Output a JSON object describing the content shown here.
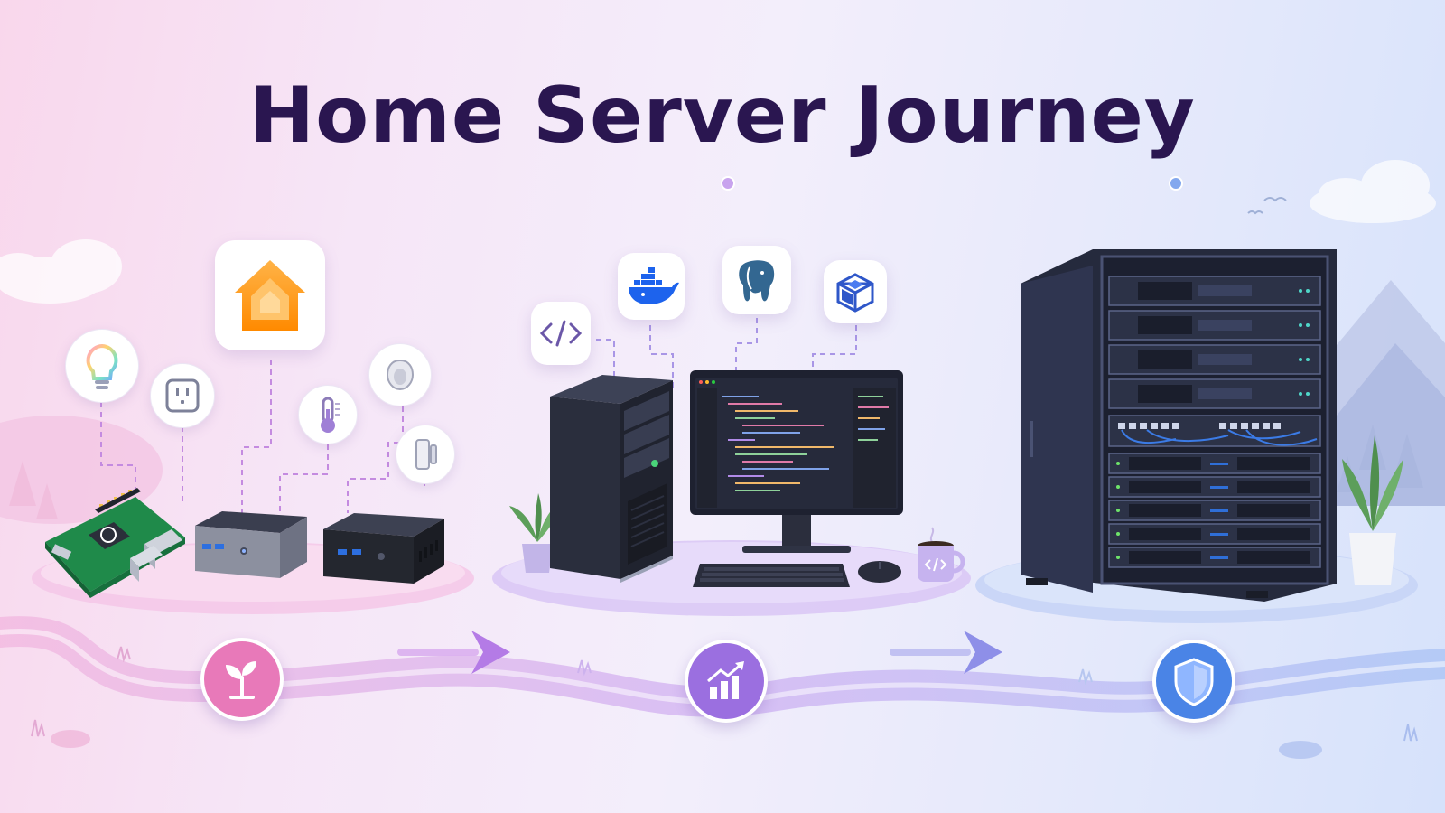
{
  "title": "Home Server Journey",
  "colors": {
    "title": "#2a1650",
    "stage1_accent": "#e879b9",
    "stage2_accent": "#9b6fe0",
    "stage3_accent": "#4a84e6",
    "arrow": "#b283e8",
    "server_dark": "#2c3047"
  },
  "stages": [
    {
      "name": "starter-devices",
      "icon": "sprout-icon",
      "devices": [
        "raspberry-pi",
        "mini-pc-silver",
        "mini-pc-black"
      ],
      "connected_icons": [
        "lightbulb-icon",
        "power-outlet-icon",
        "home-app-icon",
        "thermometer-icon",
        "motion-sensor-icon",
        "door-sensor-icon"
      ]
    },
    {
      "name": "desktop-workstation",
      "icon": "growth-chart-icon",
      "devices": [
        "tower-pc",
        "monitor",
        "keyboard",
        "mouse",
        "coffee-mug"
      ],
      "connected_icons": [
        "code-icon",
        "docker-icon",
        "postgresql-icon",
        "package-icon"
      ]
    },
    {
      "name": "server-rack",
      "icon": "shield-icon",
      "devices": [
        "rack-cabinet"
      ]
    }
  ]
}
